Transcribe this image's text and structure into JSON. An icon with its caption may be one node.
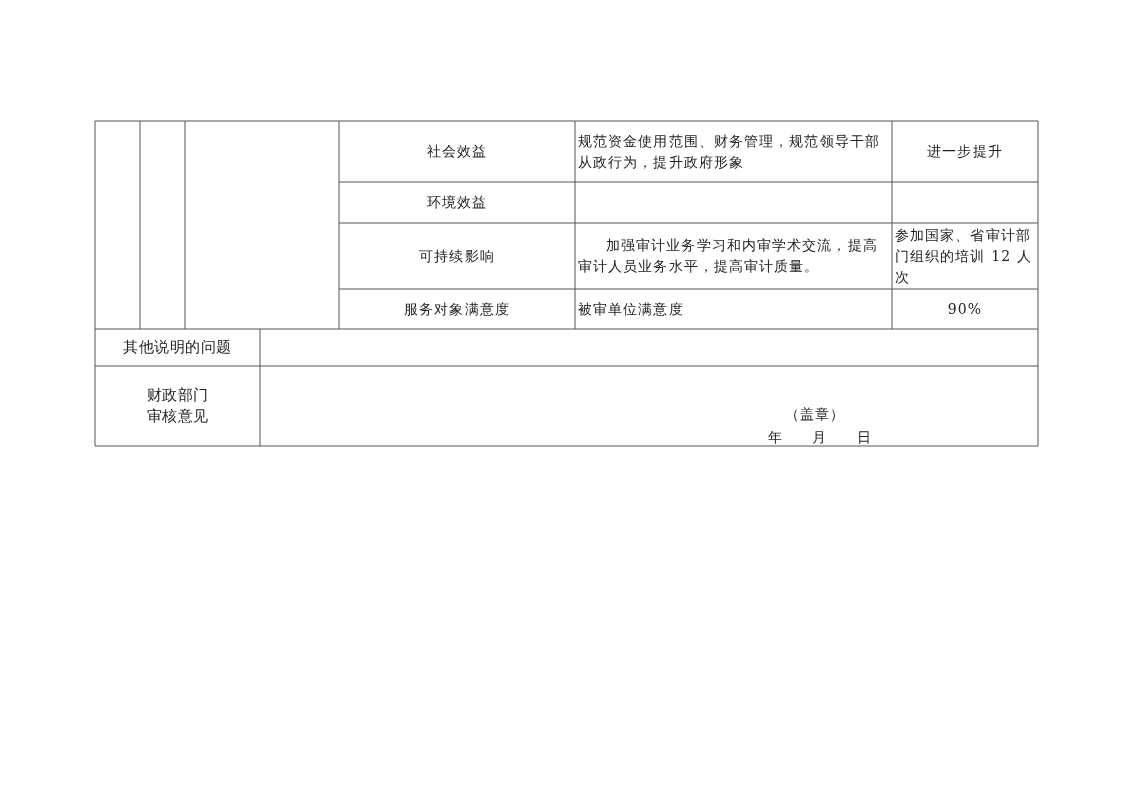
{
  "diagram": {
    "labels": [
      "社会效益",
      "规范资金使用范围、财务管理，规范领导干部从政行为，提升政府形象",
      "进一步提升",
      "环境效益",
      "可持续影响",
      "加强审计业务学习和内审学术交流，提高审计人员业务水平，提高审计质量。",
      "参加国家、省审计部门组织的培训 12 人次",
      "服务对象满意度",
      "被审单位满意度",
      "90%",
      "其他说明的问题",
      "财政部门审核意见",
      "（盖章）",
      "年 月 日"
    ]
  }
}
